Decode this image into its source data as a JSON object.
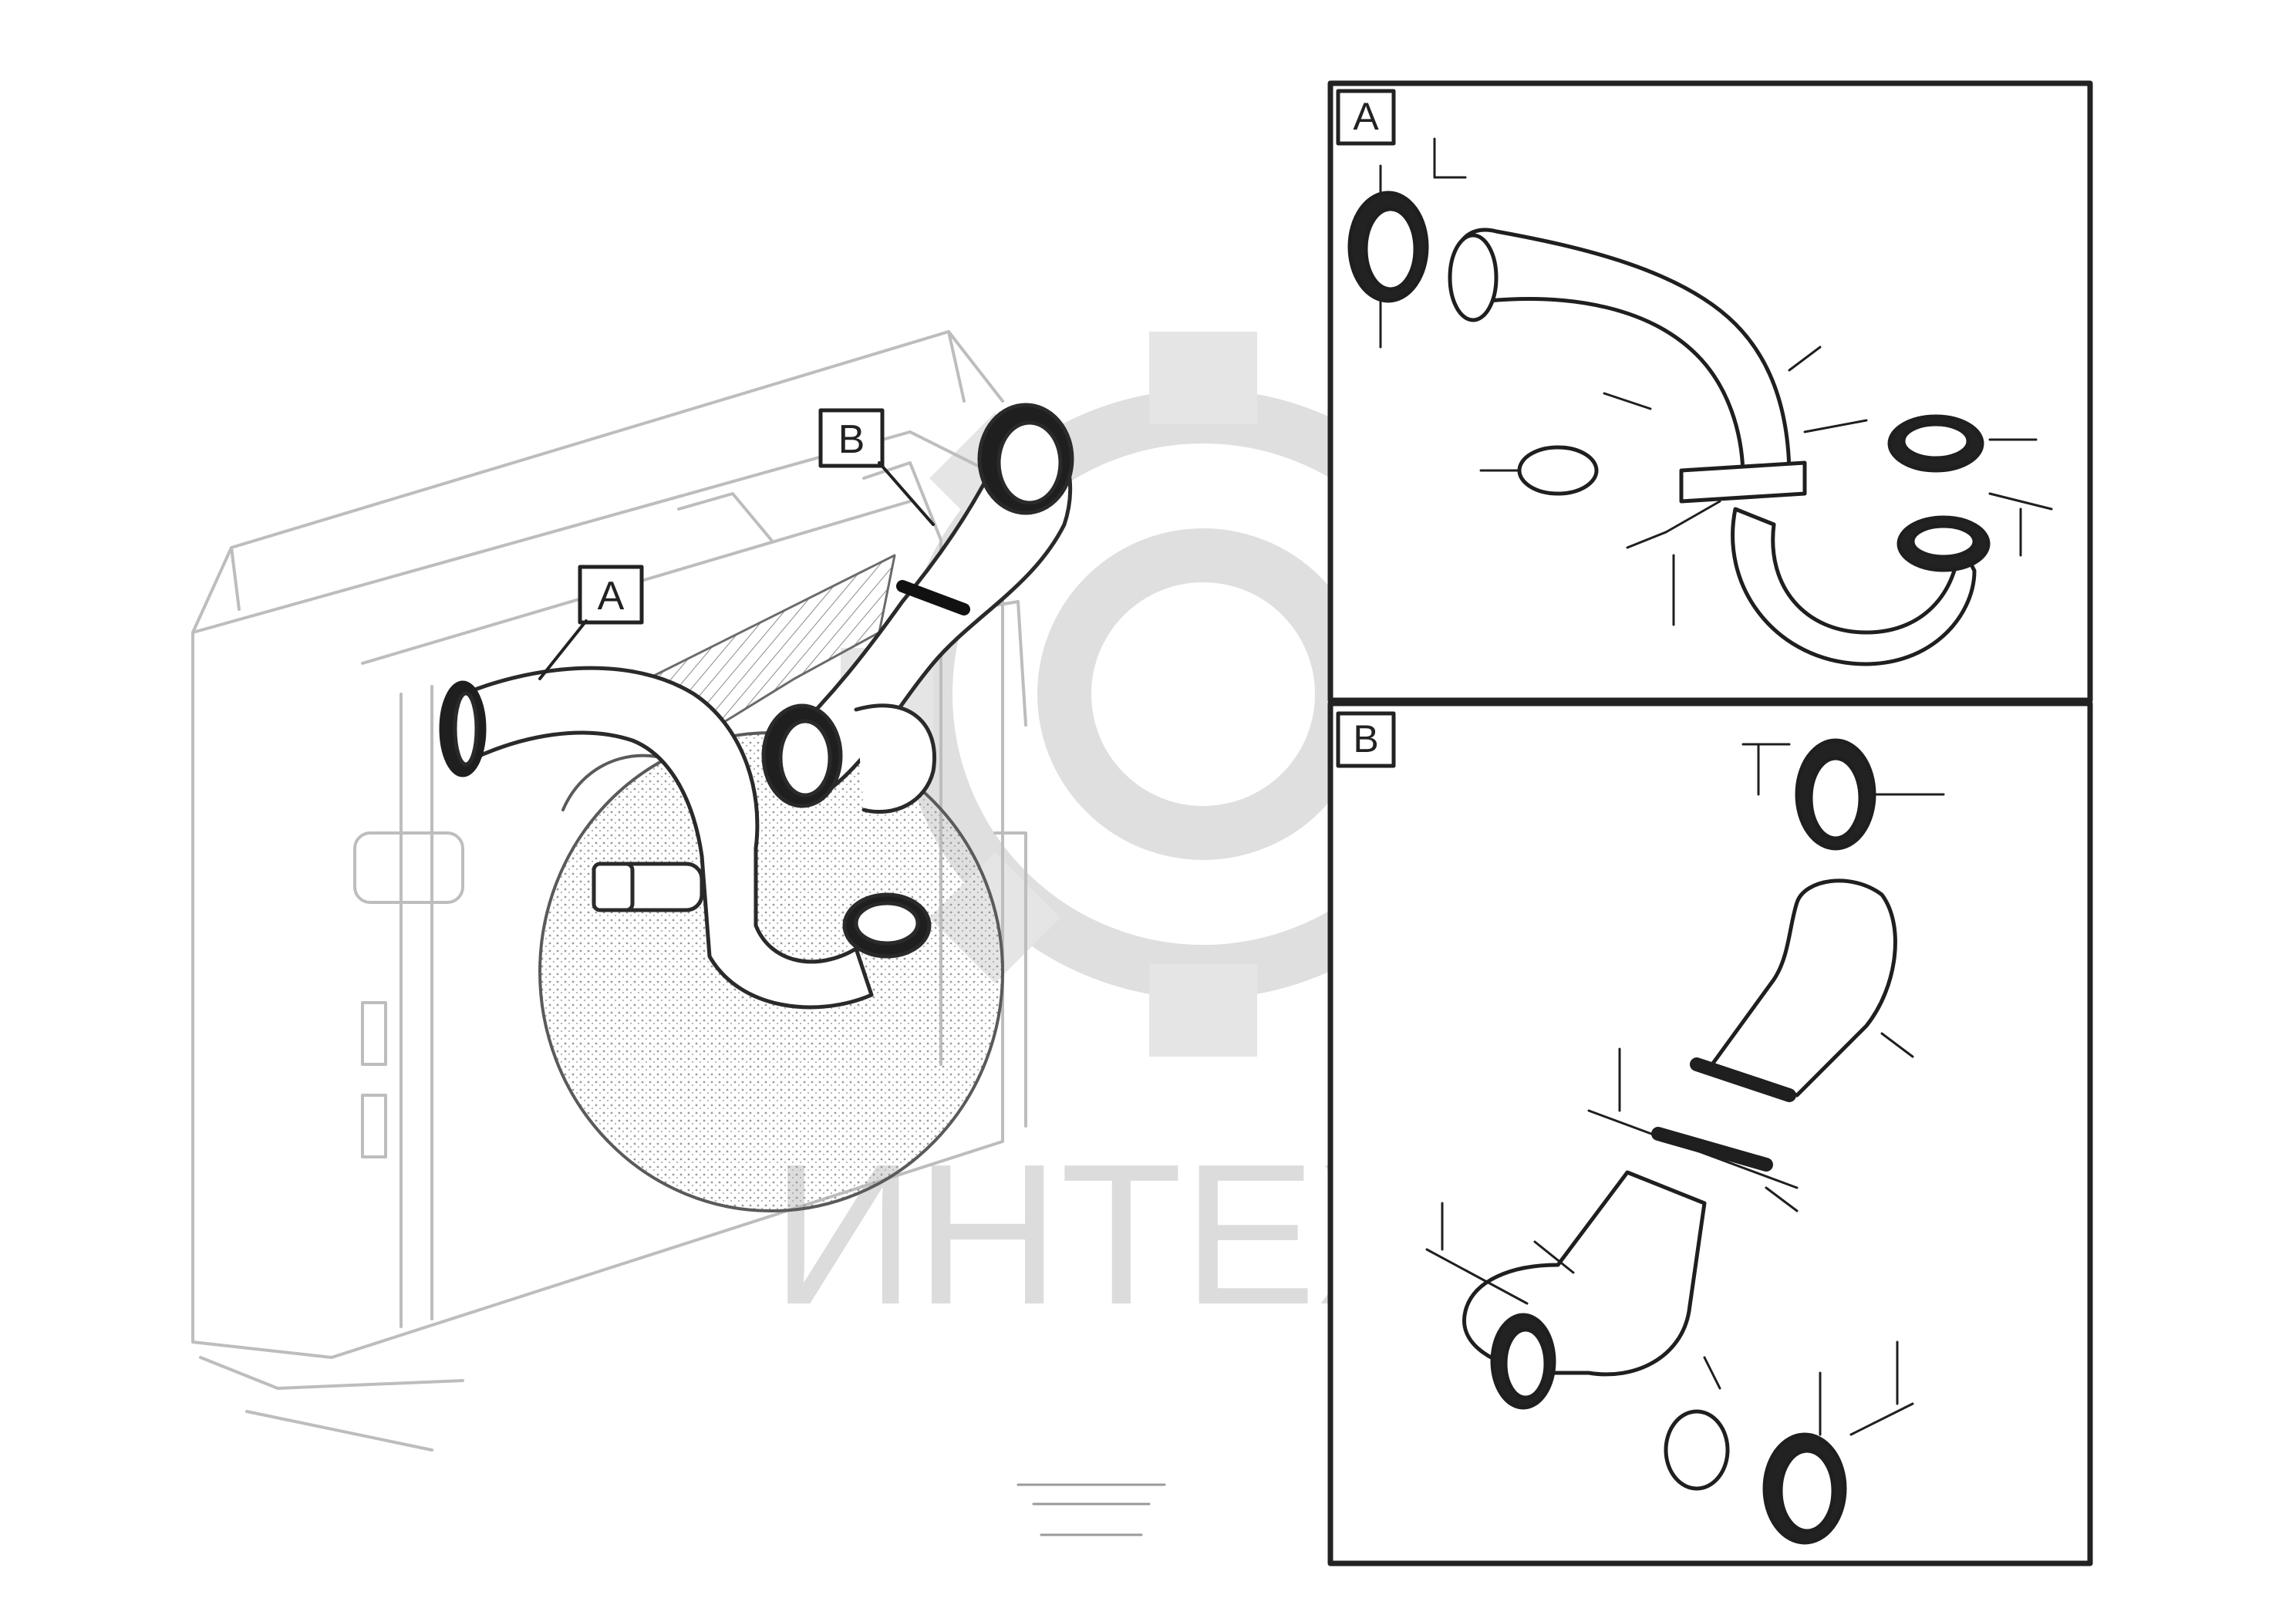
{
  "main_view": {
    "label_A": "A",
    "label_B": "B"
  },
  "detail_A": {
    "tag": "A"
  },
  "detail_B": {
    "tag": "B"
  },
  "watermark": {
    "text": "ИНТЕХ"
  },
  "colors": {
    "line": "#2a2a2a",
    "faint": "#b9b9b9",
    "hatch": "#7a7a7a",
    "watermark": "#d6d6d6",
    "frame": "#222222"
  }
}
